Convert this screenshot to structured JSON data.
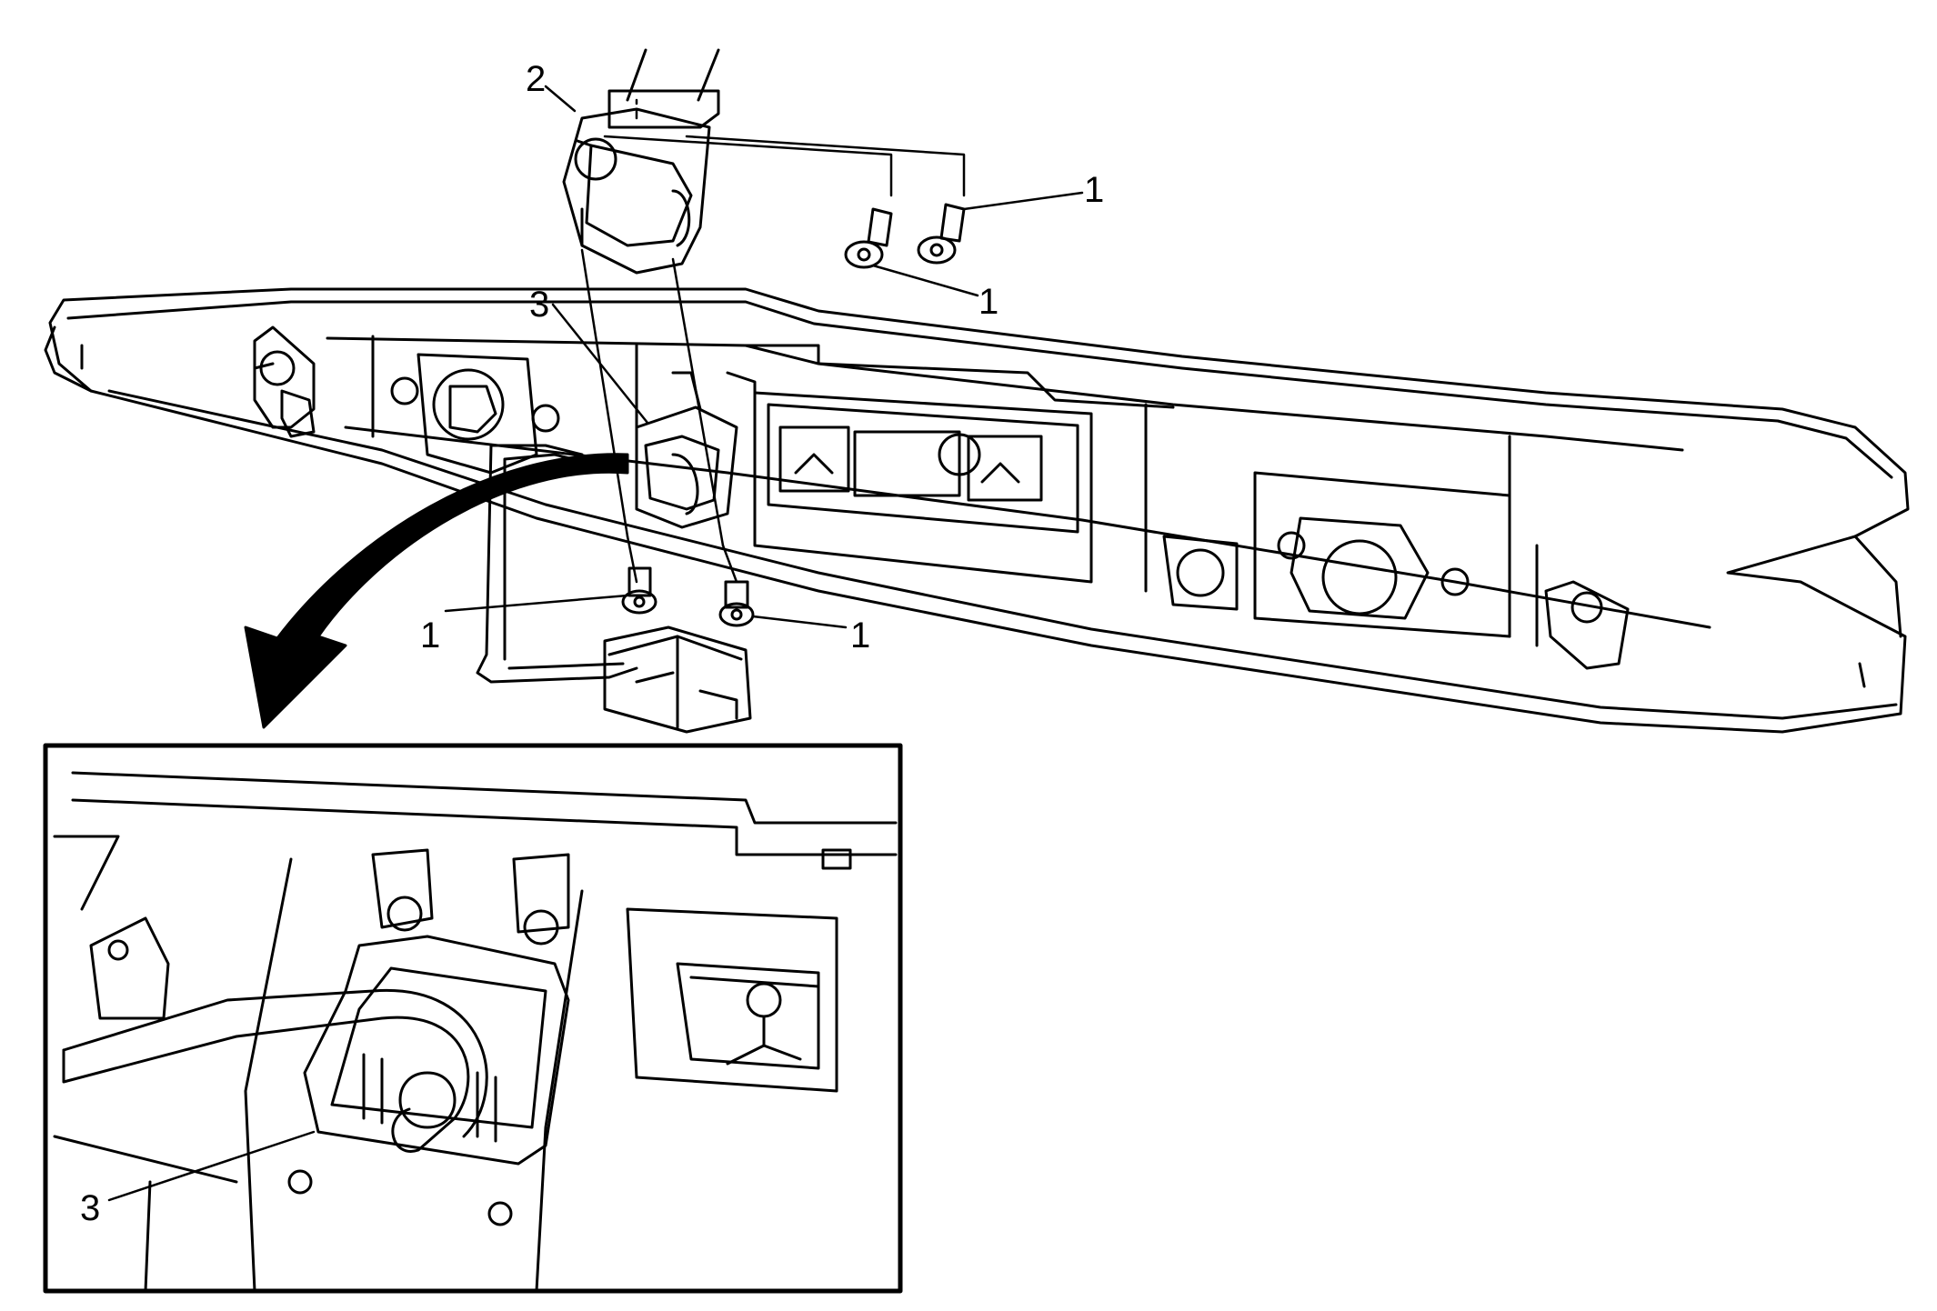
{
  "diagram": {
    "callouts": {
      "screw_upper_right": "1",
      "screw_upper_left": "1",
      "screw_lower_left": "1",
      "screw_lower_right": "1",
      "bracket": "2",
      "latch_main": "3",
      "latch_detail": "3"
    }
  }
}
